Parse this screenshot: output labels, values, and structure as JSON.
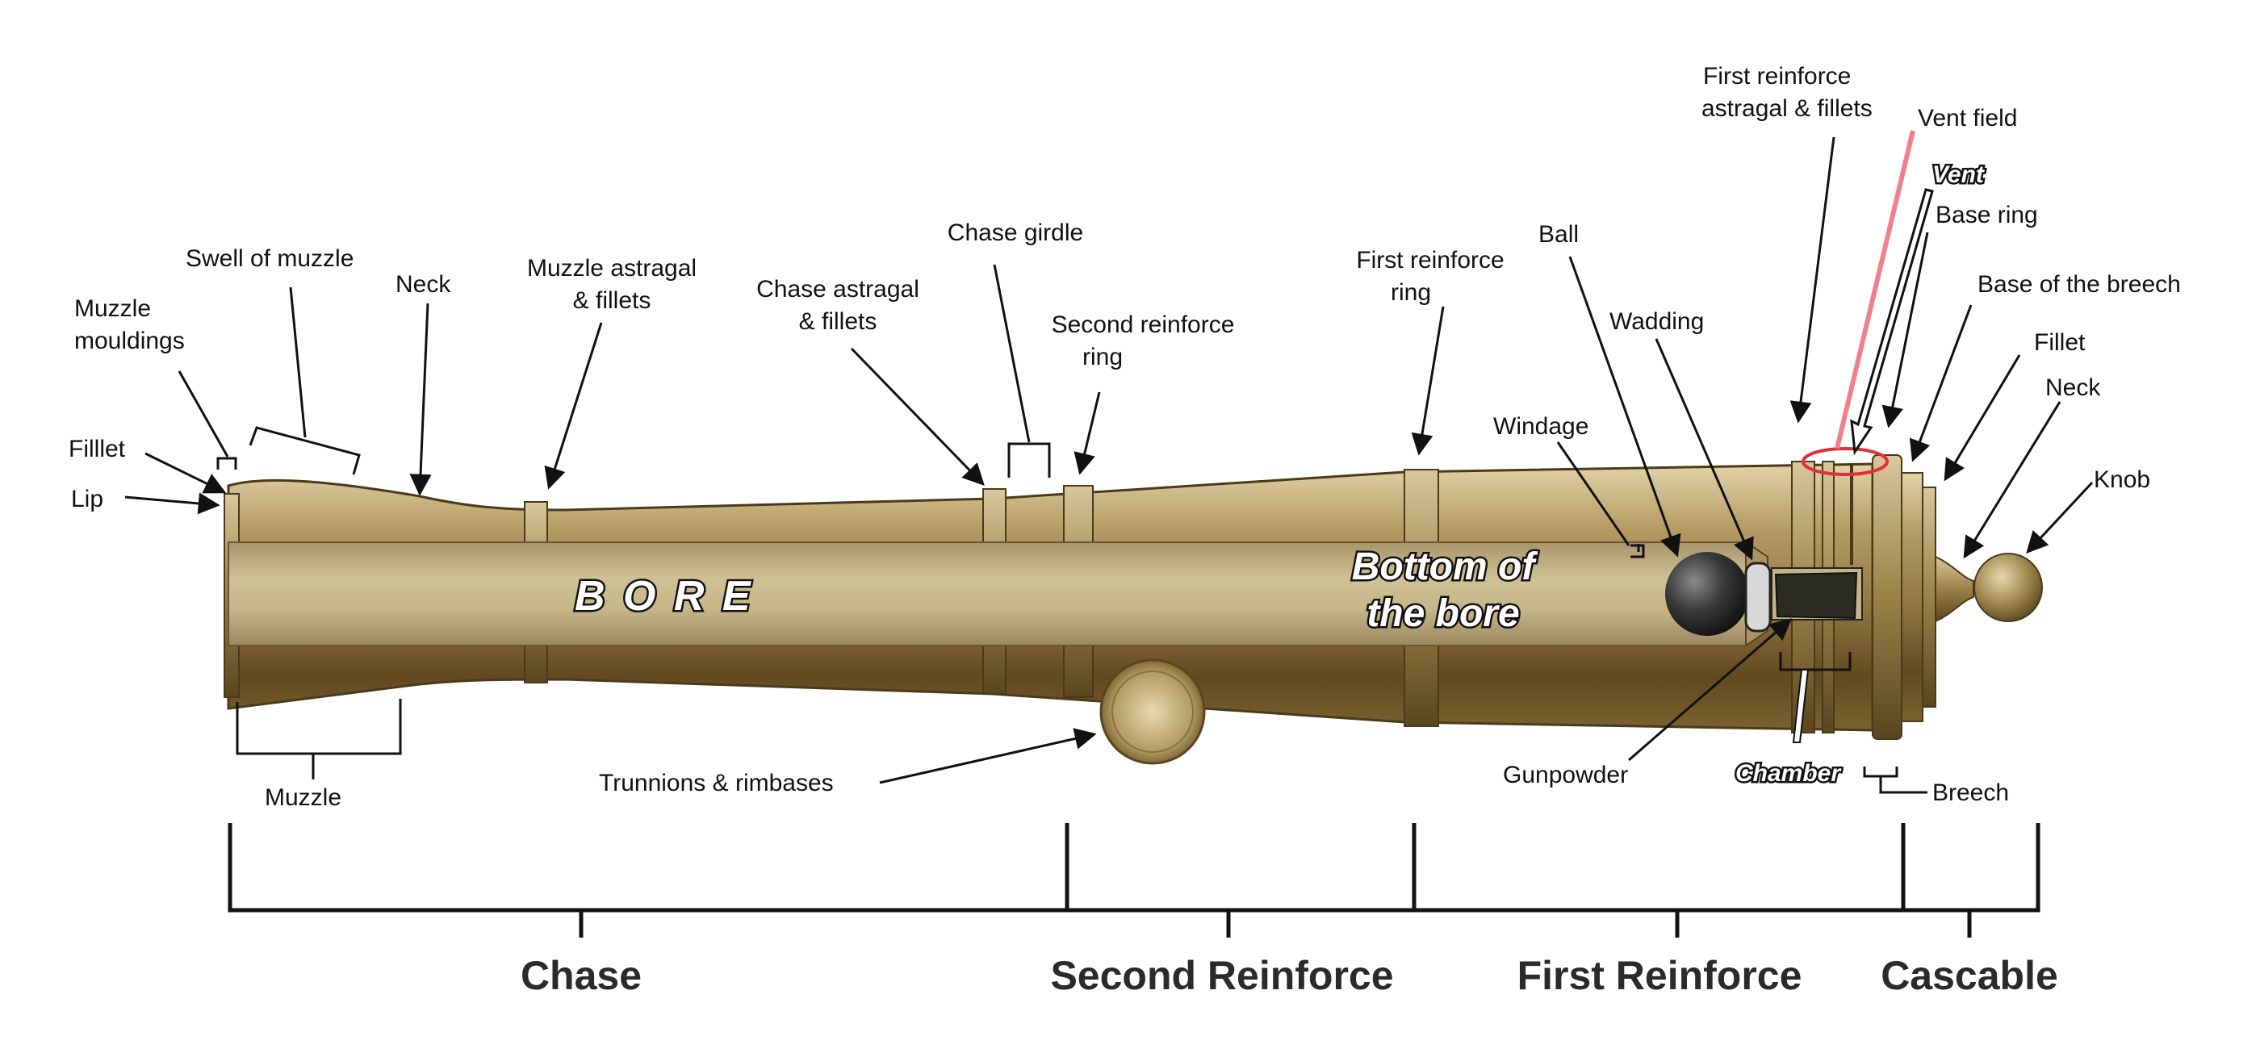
{
  "colors": {
    "bronze_light": "#cdb98a",
    "bronze_mid": "#a88d55",
    "bronze_dark": "#5a4520",
    "bore": "#c2b187",
    "ball": "#3a3a3a",
    "gunpowder": "#2b2b22",
    "vent_highlight": "#f0808a",
    "vent_ring": "#e0303a"
  },
  "labels": {
    "fillet_muzzle": "Filllet",
    "lip": "Lip",
    "muzzle_mouldings_1": "Muzzle",
    "muzzle_mouldings_2": "mouldings",
    "swell_of_muzzle": "Swell of muzzle",
    "neck_muzzle": "Neck",
    "muzzle_astragal_1": "Muzzle astragal",
    "muzzle_astragal_2": "& fillets",
    "chase_astragal_1": "Chase astragal",
    "chase_astragal_2": "& fillets",
    "chase_girdle": "Chase girdle",
    "second_reinforce_ring_1": "Second reinforce",
    "second_reinforce_ring_2": "ring",
    "first_reinforce_ring_1": "First reinforce",
    "first_reinforce_ring_2": "ring",
    "ball": "Ball",
    "windage": "Windage",
    "wadding": "Wadding",
    "first_reinforce_astragal_1": "First reinforce",
    "first_reinforce_astragal_2": "astragal & fillets",
    "vent_field": "Vent field",
    "vent": "Vent",
    "base_ring": "Base ring",
    "base_of_breech": "Base of the breech",
    "fillet_breech": "Fillet",
    "neck_breech": "Neck",
    "knob": "Knob",
    "muzzle": "Muzzle",
    "trunnions": "Trunnions & rimbases",
    "gunpowder": "Gunpowder",
    "chamber": "Chamber",
    "breech": "Breech",
    "bore": "B O R E",
    "bottom_of_bore_1": "Bottom of",
    "bottom_of_bore_2": "the bore"
  },
  "sections": {
    "chase": "Chase",
    "second_reinforce": "Second Reinforce",
    "first_reinforce": "First Reinforce",
    "cascable": "Cascable"
  }
}
